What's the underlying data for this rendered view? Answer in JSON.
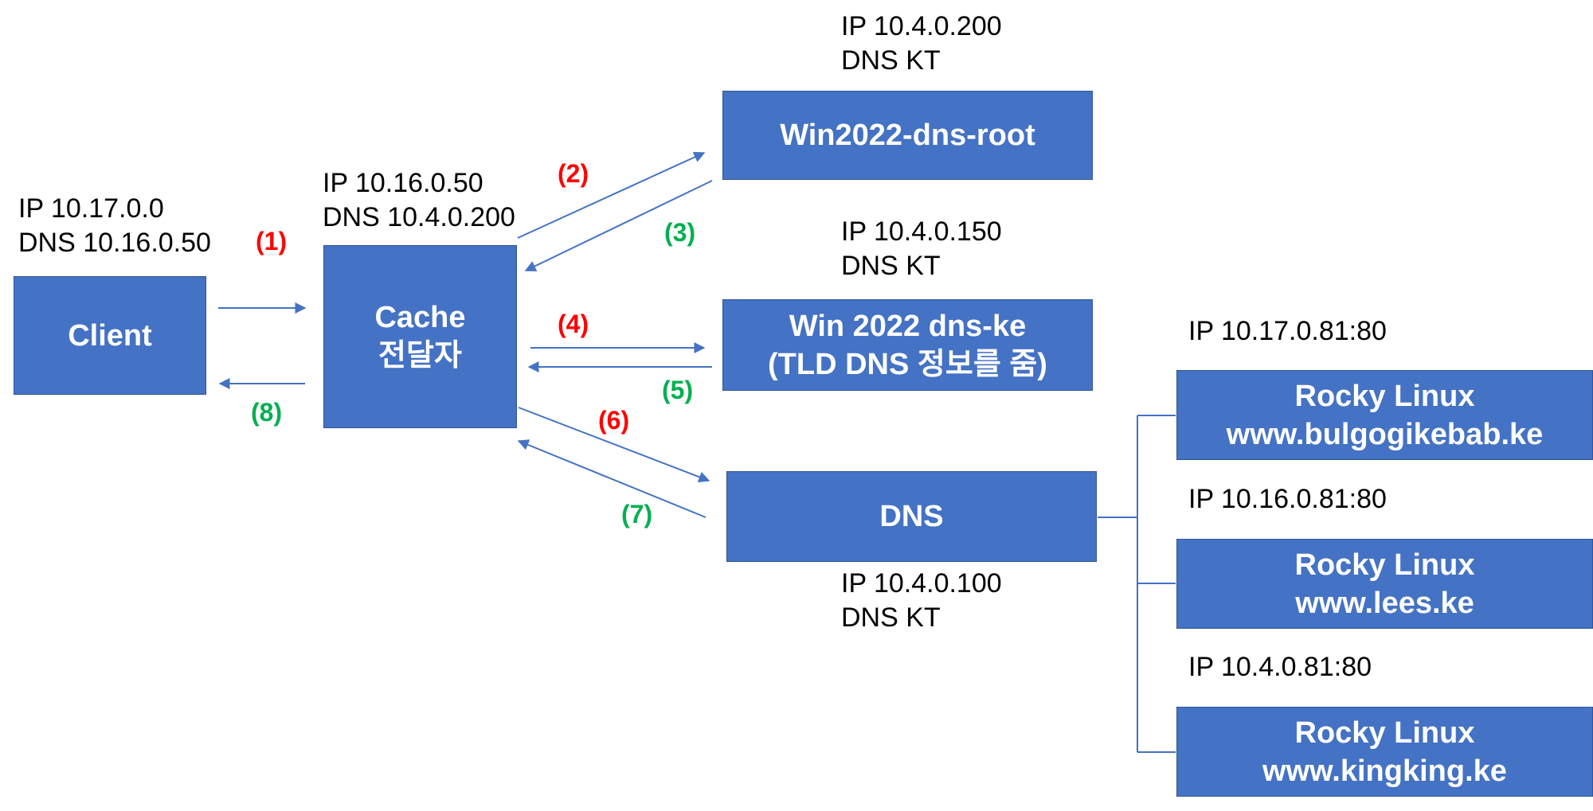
{
  "colors": {
    "box_fill": "#4472c4",
    "line": "#4472c4",
    "request_step": "#ff0000",
    "response_step": "#00b050"
  },
  "client": {
    "ip": "IP 10.17.0.0",
    "dns": "DNS 10.16.0.50",
    "label": "Client"
  },
  "cache": {
    "ip": "IP 10.16.0.50",
    "dns": "DNS 10.4.0.200",
    "line1": "Cache",
    "line2": "전달자"
  },
  "root": {
    "ip": "IP 10.4.0.200",
    "dns": "DNS KT",
    "label": "Win2022-dns-root"
  },
  "tld": {
    "ip": "IP 10.4.0.150",
    "dns": "DNS KT",
    "line1": "Win 2022 dns-ke",
    "line2": "(TLD DNS 정보를 줌)"
  },
  "auth": {
    "label": "DNS",
    "ip": "IP 10.4.0.100",
    "dns": "DNS KT"
  },
  "servers": [
    {
      "ip": "IP 10.17.0.81:80",
      "name": "Rocky Linux",
      "domain": "www.bulgogikebab.ke"
    },
    {
      "ip": "IP 10.16.0.81:80",
      "name": "Rocky Linux",
      "domain": "www.lees.ke"
    },
    {
      "ip": "IP 10.4.0.81:80",
      "name": "Rocky Linux",
      "domain": "www.kingking.ke"
    }
  ],
  "steps": {
    "s1": "(1)",
    "s2": "(2)",
    "s3": "(3)",
    "s4": "(4)",
    "s5": "(5)",
    "s6": "(6)",
    "s7": "(7)",
    "s8": "(8)"
  }
}
